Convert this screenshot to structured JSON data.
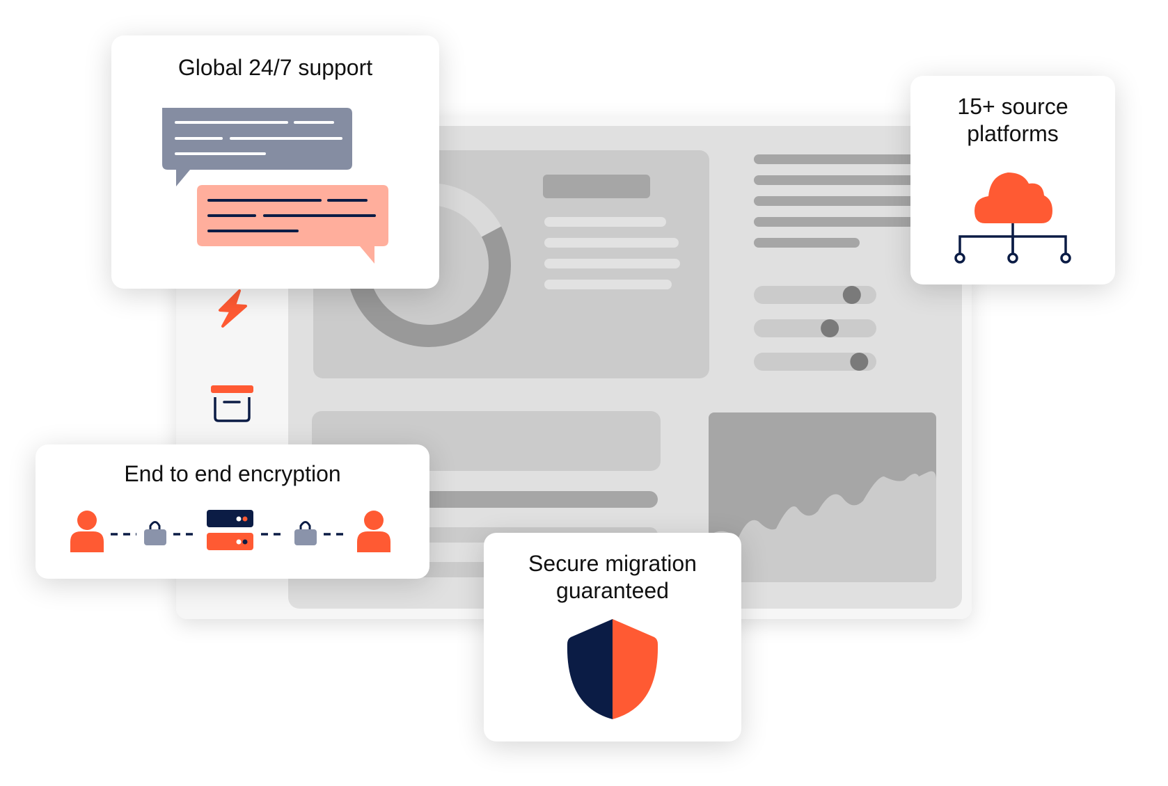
{
  "cards": {
    "support": {
      "title": "Global 24/7 support"
    },
    "platforms": {
      "title_line1": "15+ source",
      "title_line2": "platforms"
    },
    "encryption": {
      "title": "End to end encryption"
    },
    "migration": {
      "title_line1": "Secure migration",
      "title_line2": "guaranteed"
    }
  },
  "background_sliders": [
    0.8,
    0.62,
    0.86
  ],
  "colors": {
    "accent": "#ff5a33",
    "navy": "#0b1c45",
    "salmon": "#ffae9c",
    "slate": "#858da2",
    "lock": "#8a93aa"
  },
  "icons": [
    "lightning-icon",
    "archive-box-icon",
    "chat-bubbles-icon",
    "cloud-network-icon",
    "user-icon",
    "lock-icon",
    "server-icon",
    "shield-icon"
  ]
}
